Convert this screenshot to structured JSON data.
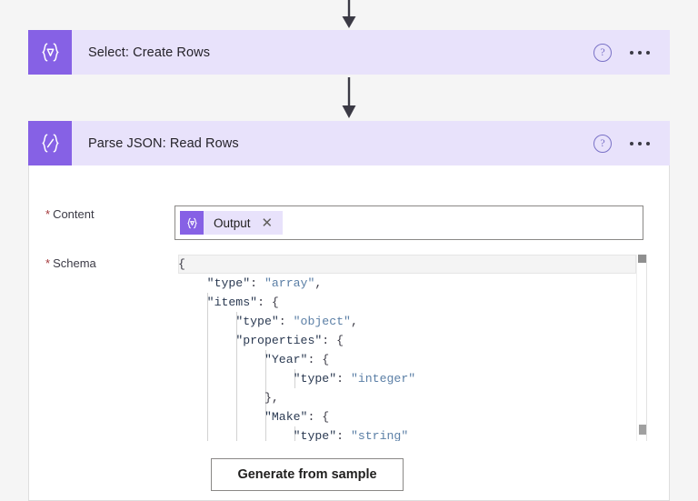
{
  "canvas": {
    "background_color": "#f5f5f5",
    "accent_color": "#8661e5",
    "header_color": "#e8e2fb",
    "required_marker": "*"
  },
  "connectors": [
    {
      "name": "arrow-into-select",
      "direction": "down"
    },
    {
      "name": "arrow-select-to-parse",
      "direction": "down"
    }
  ],
  "cards": [
    {
      "id": "select-create-rows",
      "title": "Select: Create Rows",
      "icon": "select-action-icon",
      "icon_glyph": "{∇}",
      "help_label": "?",
      "menu_label": "…"
    },
    {
      "id": "parse-json-read-rows",
      "title": "Parse JSON: Read Rows",
      "icon": "parse-json-action-icon",
      "icon_glyph": "{∕}",
      "help_label": "?",
      "menu_label": "…"
    }
  ],
  "parse_json": {
    "content_field": {
      "label": "Content",
      "required": true,
      "token": {
        "label": "Output",
        "icon_glyph": "{∇}",
        "close_label": "✕"
      }
    },
    "schema_field": {
      "label": "Schema",
      "required": true,
      "code_lines": [
        [
          {
            "t": "{",
            "c": "p"
          }
        ],
        [
          {
            "t": "    ",
            "c": "p"
          },
          {
            "t": "\"type\"",
            "c": "k"
          },
          {
            "t": ": ",
            "c": "p"
          },
          {
            "t": "\"array\"",
            "c": "s"
          },
          {
            "t": ",",
            "c": "p"
          }
        ],
        [
          {
            "t": "    ",
            "c": "p"
          },
          {
            "t": "\"items\"",
            "c": "k"
          },
          {
            "t": ": {",
            "c": "p"
          }
        ],
        [
          {
            "t": "        ",
            "c": "p"
          },
          {
            "t": "\"type\"",
            "c": "k"
          },
          {
            "t": ": ",
            "c": "p"
          },
          {
            "t": "\"object\"",
            "c": "s"
          },
          {
            "t": ",",
            "c": "p"
          }
        ],
        [
          {
            "t": "        ",
            "c": "p"
          },
          {
            "t": "\"properties\"",
            "c": "k"
          },
          {
            "t": ": {",
            "c": "p"
          }
        ],
        [
          {
            "t": "            ",
            "c": "p"
          },
          {
            "t": "\"Year\"",
            "c": "k"
          },
          {
            "t": ": {",
            "c": "p"
          }
        ],
        [
          {
            "t": "                ",
            "c": "p"
          },
          {
            "t": "\"type\"",
            "c": "k"
          },
          {
            "t": ": ",
            "c": "p"
          },
          {
            "t": "\"integer\"",
            "c": "s"
          }
        ],
        [
          {
            "t": "            },",
            "c": "p"
          }
        ],
        [
          {
            "t": "            ",
            "c": "p"
          },
          {
            "t": "\"Make\"",
            "c": "k"
          },
          {
            "t": ": {",
            "c": "p"
          }
        ],
        [
          {
            "t": "                ",
            "c": "p"
          },
          {
            "t": "\"type\"",
            "c": "k"
          },
          {
            "t": ": ",
            "c": "p"
          },
          {
            "t": "\"string\"",
            "c": "s"
          }
        ]
      ],
      "scrollbar": {
        "orientation": "vertical",
        "visible": true
      }
    },
    "generate_button": {
      "label": "Generate from sample"
    }
  }
}
